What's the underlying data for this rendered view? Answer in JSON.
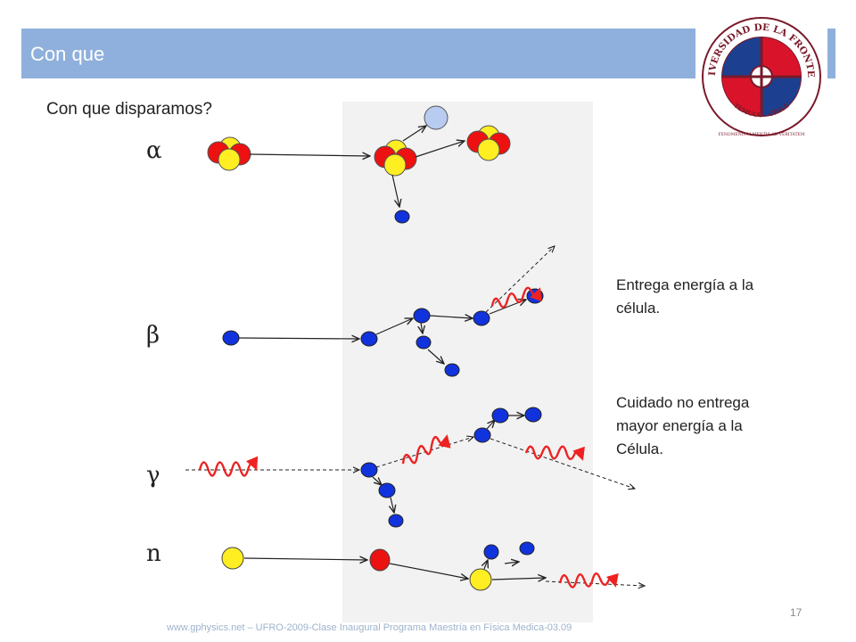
{
  "header": {
    "title": "Con que"
  },
  "subtitle": "Con que disparamos?",
  "particles": {
    "alpha": "α",
    "beta": "β",
    "gamma": "γ",
    "neutron": "n"
  },
  "notes": {
    "beta_note_line1": "Entrega energía a la",
    "beta_note_line2": "célula.",
    "gamma_note_line1": "Cuidado no entrega",
    "gamma_note_line2": "mayor energía a la",
    "gamma_note_line3": "Célula."
  },
  "logo": {
    "text_top": "UNIVERSIDAD DE LA FRONTERA",
    "text_middle": "TEMUCO · CHILE",
    "text_bottom": "FENOMENIUM MENTIS AD VERITATEM"
  },
  "page_number": "17",
  "footer": "www.gphysics.net – UFRO-2009-Clase Inaugural Programa Maestría en Física Medica-03.09",
  "colors": {
    "header_bar": "#8fb0dc",
    "proton": "#ee1111",
    "neutron_nucleon": "#ffee22",
    "electron": "#1133dd",
    "photon_wave": "#ee2222",
    "medium": "#f2f2f2"
  }
}
